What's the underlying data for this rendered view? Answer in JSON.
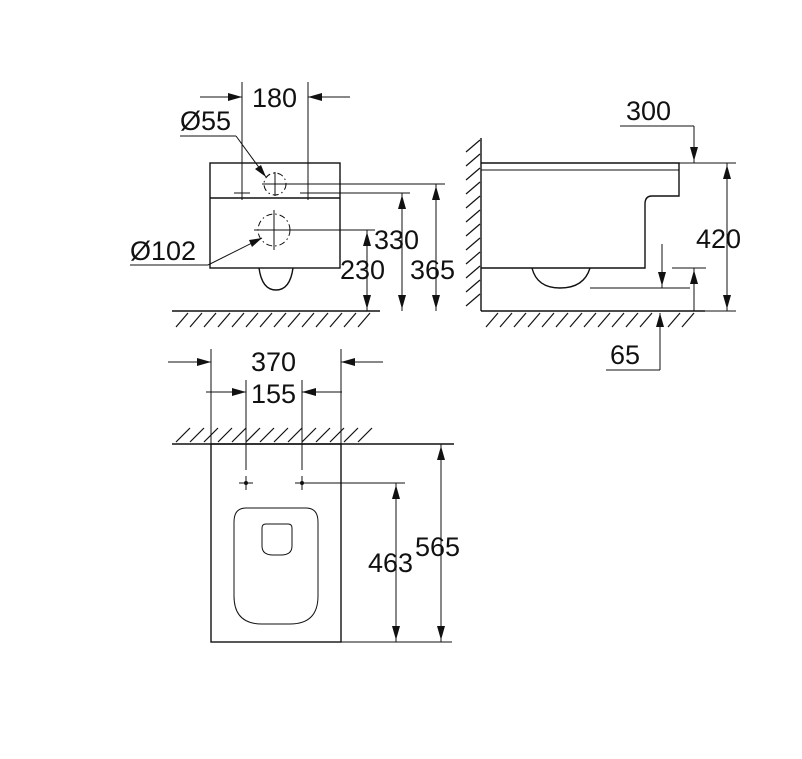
{
  "front_view": {
    "dim_width_fixing": "180",
    "dim_inlet_diameter": "Ø55",
    "dim_outlet_diameter": "Ø102",
    "dim_height_330": "330",
    "dim_height_230": "230",
    "dim_height_365": "365"
  },
  "side_view": {
    "dim_depth_300": "300",
    "dim_height_420": "420",
    "dim_clearance_65": "65"
  },
  "top_view": {
    "dim_width_370": "370",
    "dim_fixing_155": "155",
    "dim_length_463": "463",
    "dim_length_565": "565"
  }
}
